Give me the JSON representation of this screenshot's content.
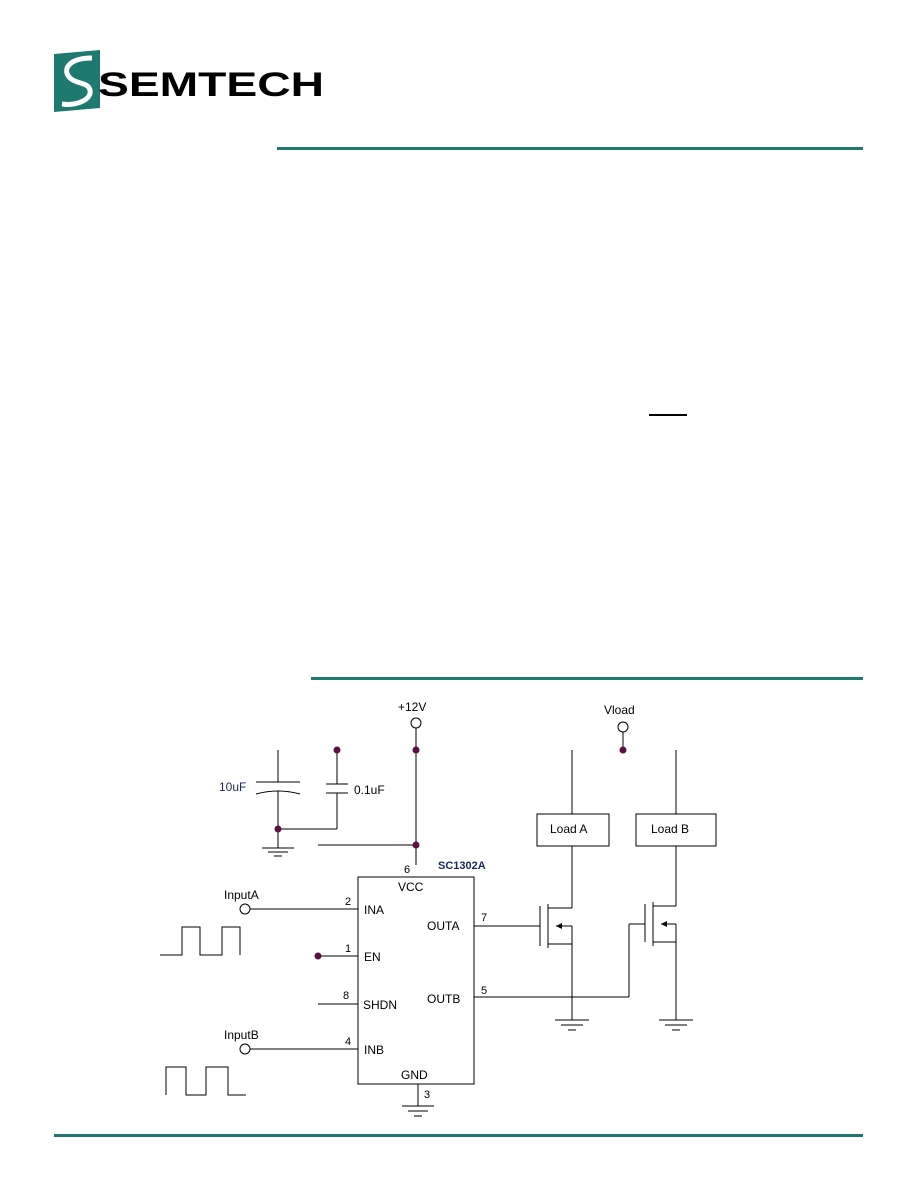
{
  "header": {
    "brand": "SEMTECH",
    "brand_color": "#1e7a70"
  },
  "schematic": {
    "supply_label": "+12V",
    "vload_label": "Vload",
    "cap1_label": "10uF",
    "cap2_label": "0.1uF",
    "chip": {
      "name": "SC1302A",
      "vcc": "VCC",
      "gnd": "GND",
      "ina": "INA",
      "en": "EN",
      "shdn": "SHDN",
      "inb": "INB",
      "outa": "OUTA",
      "outb": "OUTB"
    },
    "pins": {
      "vcc": "6",
      "ina": "2",
      "en": "1",
      "shdn": "8",
      "inb": "4",
      "gnd": "3",
      "outa": "7",
      "outb": "5"
    },
    "input_a": "InputA",
    "input_b": "InputB",
    "load_a": "Load A",
    "load_b": "Load B",
    "wire_color": "#000000",
    "dot_color": "#5a1040"
  }
}
